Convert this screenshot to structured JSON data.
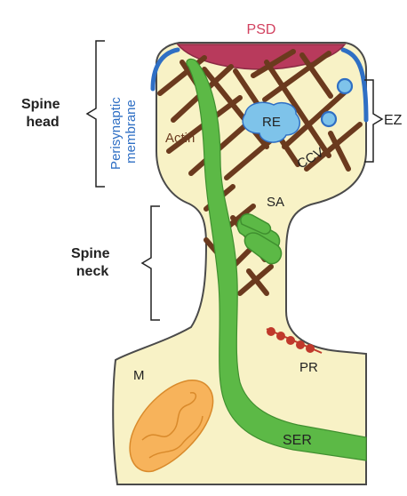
{
  "labels": {
    "psd": "PSD",
    "perisynaptic": [
      "Perisynaptic",
      "membrane"
    ],
    "spine_head": [
      "Spine",
      "head"
    ],
    "spine_neck": [
      "Spine",
      "neck"
    ],
    "actin": "Actin",
    "re": "RE",
    "ccv": "CCV",
    "ez": "EZ",
    "sa": "SA",
    "pr": "PR",
    "m": "M",
    "ser": "SER"
  },
  "colors": {
    "cytoplasm": "#f8f2c6",
    "outline": "#4a4a4a",
    "psd": "#b83a5c",
    "psd_text": "#d2415f",
    "perisynaptic": "#2f6fc4",
    "actin": "#6b3a1e",
    "er": "#5cb946",
    "er_dark": "#3f8f2f",
    "endosome": "#7ec3ea",
    "mito": "#f7b35b",
    "ribosome": "#c0392b",
    "text": "#222222"
  }
}
